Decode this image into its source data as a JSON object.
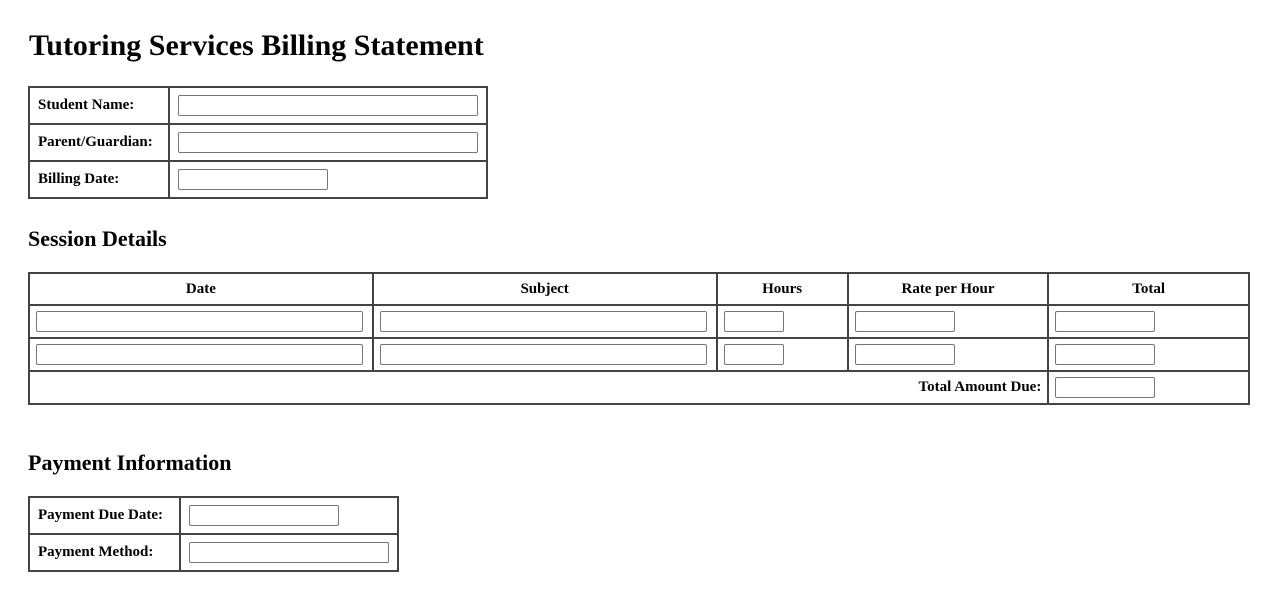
{
  "title": "Tutoring Services Billing Statement",
  "info": {
    "student_name_label": "Student Name:",
    "parent_guardian_label": "Parent/Guardian:",
    "billing_date_label": "Billing Date:",
    "student_name_value": "",
    "parent_guardian_value": "",
    "billing_date_value": ""
  },
  "session": {
    "heading": "Session Details",
    "columns": [
      "Date",
      "Subject",
      "Hours",
      "Rate per Hour",
      "Total"
    ],
    "rows": [
      {
        "date": "",
        "subject": "",
        "hours": "",
        "rate": "",
        "total": ""
      },
      {
        "date": "",
        "subject": "",
        "hours": "",
        "rate": "",
        "total": ""
      }
    ],
    "total_due_label": "Total Amount Due:",
    "total_due_value": ""
  },
  "payment": {
    "heading": "Payment Information",
    "due_date_label": "Payment Due Date:",
    "method_label": "Payment Method:",
    "due_date_value": "",
    "method_value": ""
  }
}
